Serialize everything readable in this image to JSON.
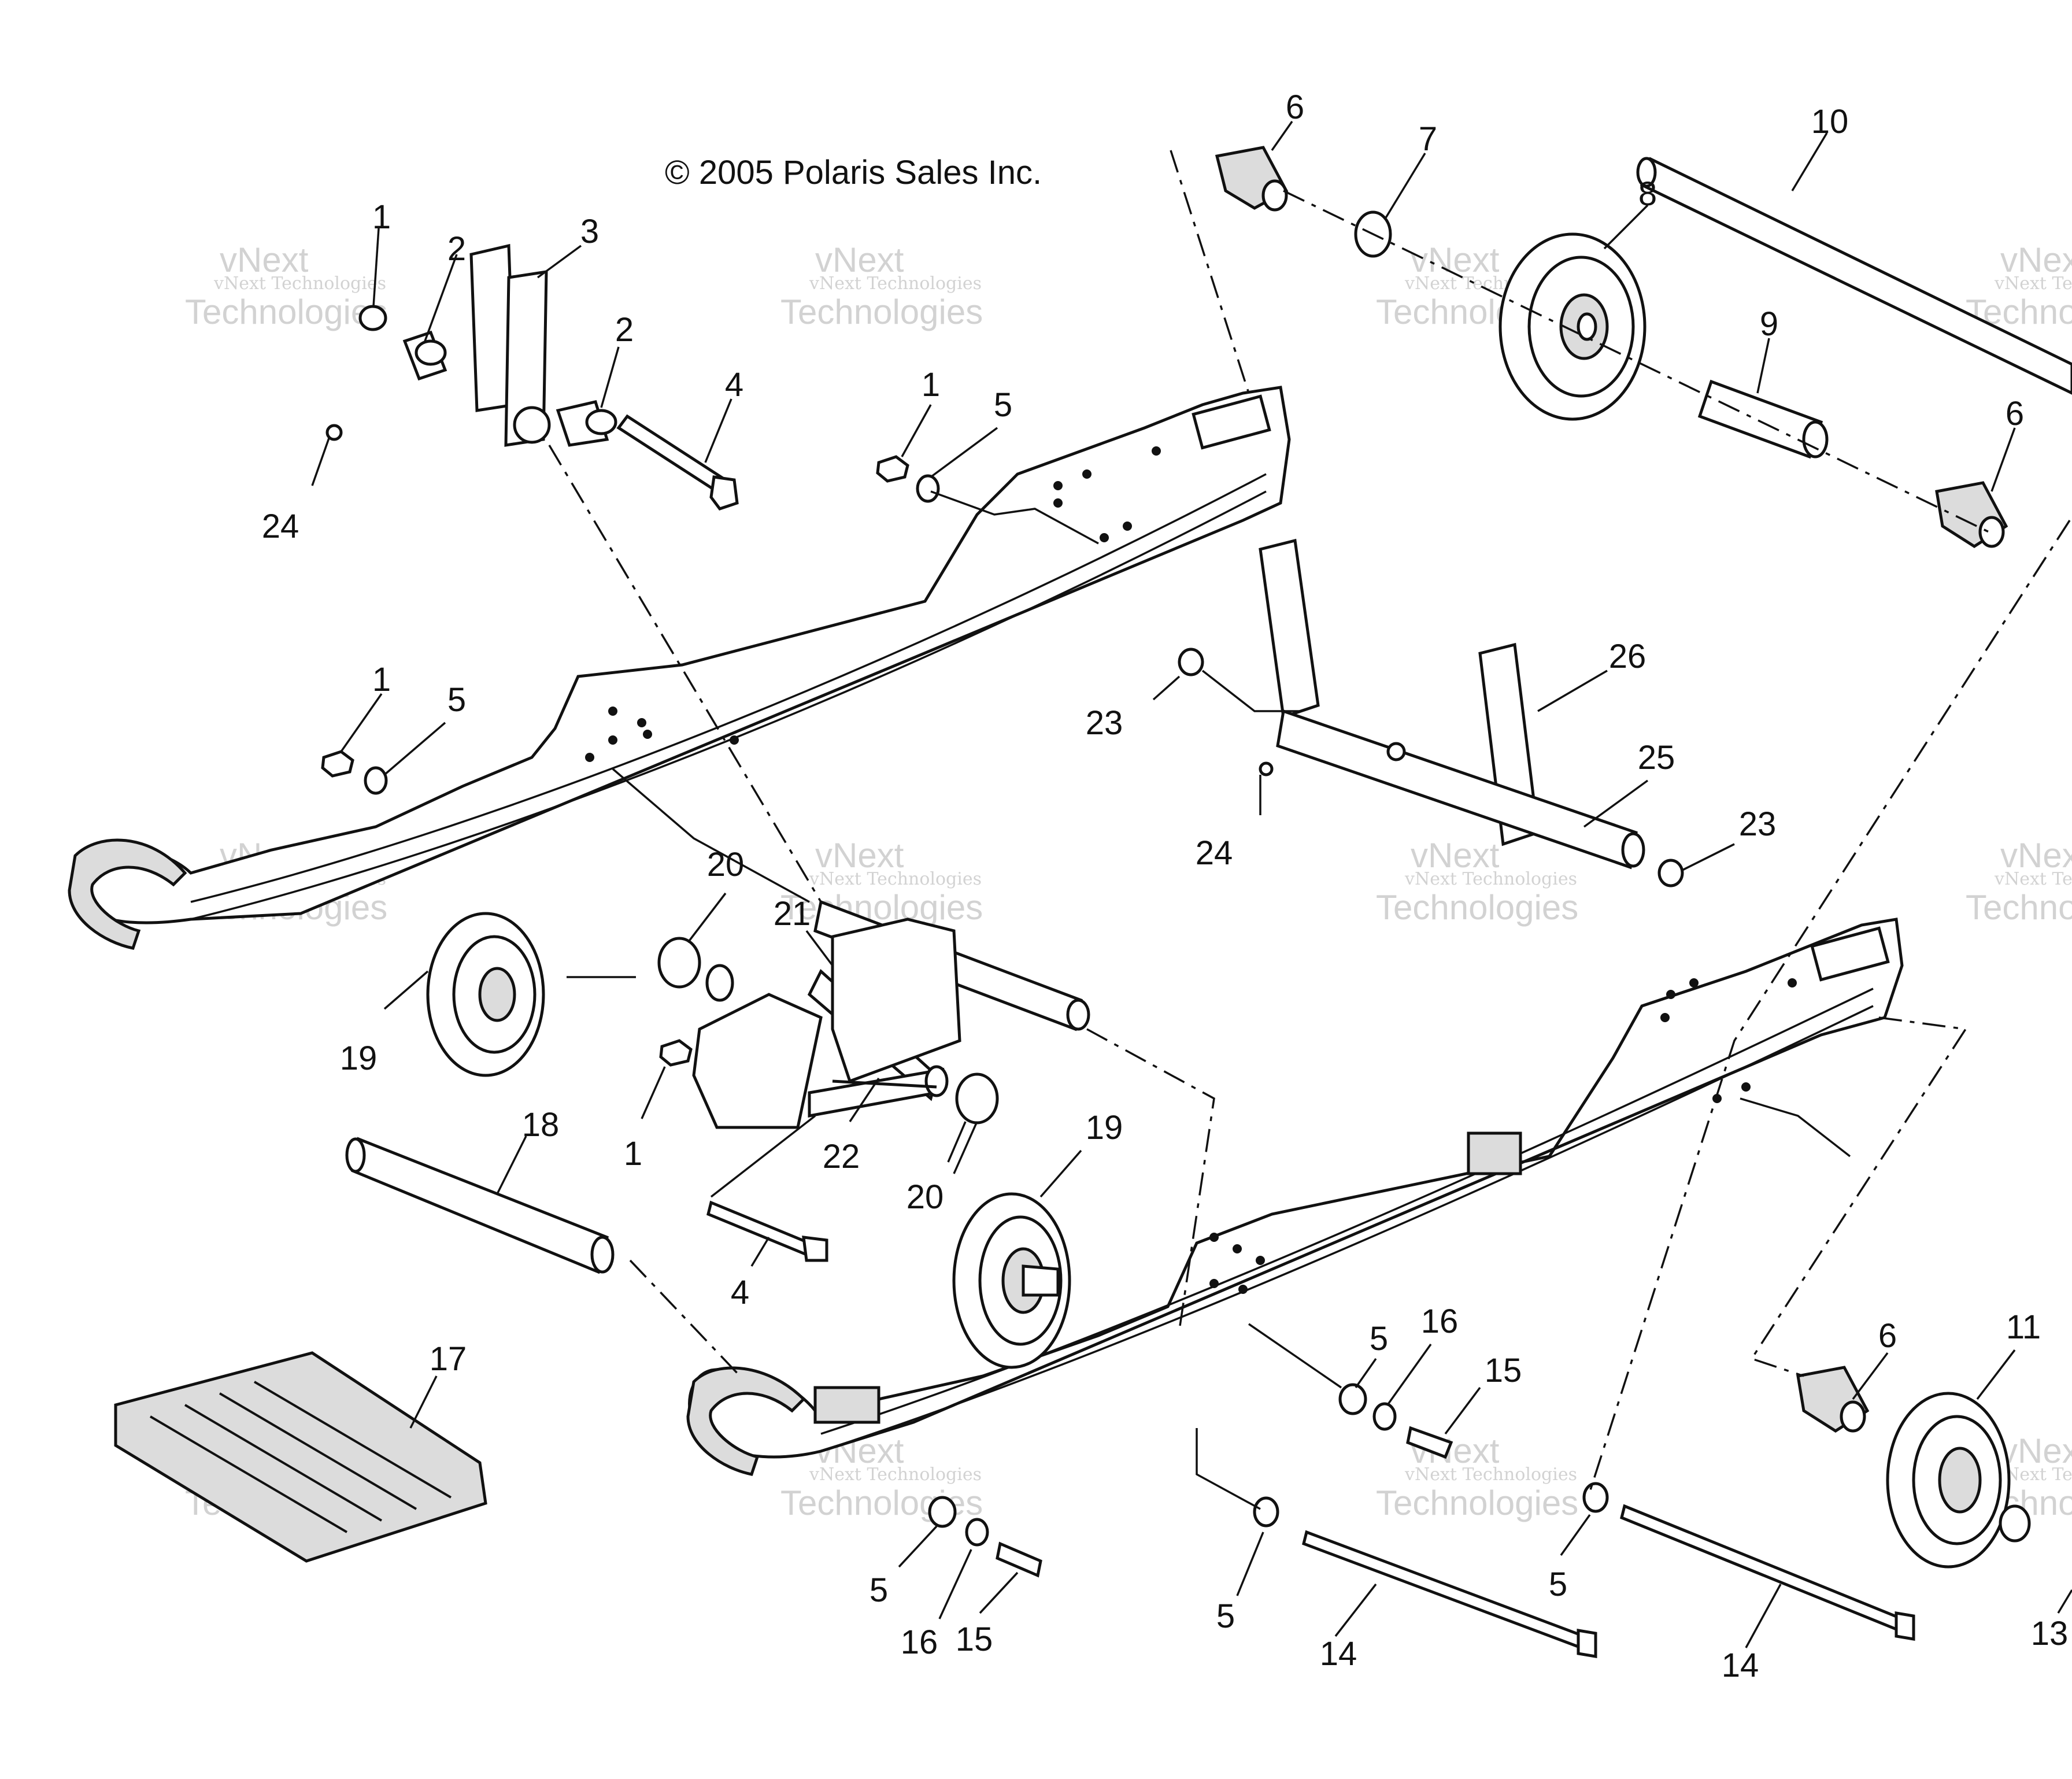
{
  "copyright": "© 2005 Polaris Sales Inc.",
  "watermark": {
    "line1": "vNext",
    "line2": "vNext Technologies",
    "line3": "Technologies"
  },
  "callouts": {
    "c1a": "1",
    "c2a": "2",
    "c3": "3",
    "c2b": "2",
    "c24a": "24",
    "c4a": "4",
    "c1b": "1",
    "c5a": "5",
    "c6a": "6",
    "c7": "7",
    "c8": "8",
    "c10": "10",
    "c9": "9",
    "c6b": "6",
    "c1c": "1",
    "c5b": "5",
    "c23a": "23",
    "c26": "26",
    "c25": "25",
    "c24b": "24",
    "c23b": "23",
    "c20a": "20",
    "c21": "21",
    "c19a": "19",
    "c1d": "1",
    "c22": "22",
    "c20b": "20",
    "c19b": "19",
    "c18": "18",
    "c4b": "4",
    "c17": "17",
    "c5c": "5",
    "c16a": "16",
    "c15a": "15",
    "c6c": "6",
    "c11": "11",
    "c5d": "5",
    "c16b": "16",
    "c15b": "15",
    "c5e": "5",
    "c14a": "14",
    "c5f": "5",
    "c14b": "14",
    "c13": "13"
  }
}
